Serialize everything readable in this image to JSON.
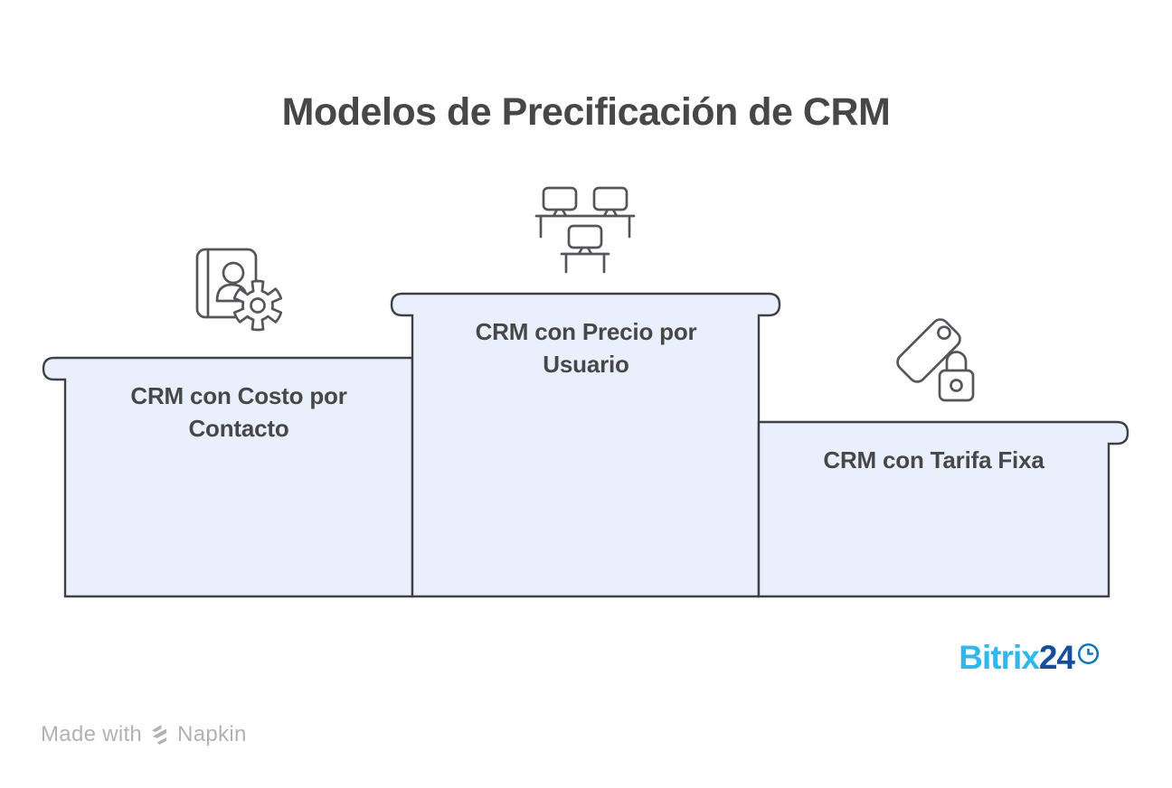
{
  "title": "Modelos de Precificación de CRM",
  "diagram": {
    "type": "podium",
    "items": [
      {
        "label": "CRM con Costo por Contacto",
        "lines": [
          "CRM con Costo por",
          "Contacto"
        ],
        "icon": "contact-book-gear-icon",
        "podium_height": "medium"
      },
      {
        "label": "CRM con Precio por Usuario",
        "lines": [
          "CRM con Precio por",
          "Usuario"
        ],
        "icon": "workstations-icon",
        "podium_height": "tall"
      },
      {
        "label": "CRM con Tarifa Fixa",
        "lines": [
          "CRM con Tarifa Fixa"
        ],
        "icon": "price-tag-lock-icon",
        "podium_height": "short"
      }
    ]
  },
  "branding": {
    "bitrix24": {
      "name_part1": "Bitrix",
      "name_part2": "24",
      "icon": "clock-icon"
    },
    "watermark": {
      "prefix": "Made with",
      "brand": "Napkin",
      "icon": "napkin-logo-icon"
    }
  },
  "colors": {
    "background": "#FFFFFF",
    "title_text": "#474747",
    "label_text": "#474747",
    "box_fill": "#E9EFFC",
    "box_border": "#3F4045",
    "icon_stroke": "#54565B",
    "bitrix_light_blue": "#2FB8EC",
    "bitrix_dark_blue": "#134F9A",
    "bitrix_clock_blue": "#1173BA",
    "watermark_gray": "#B2B2B2"
  }
}
